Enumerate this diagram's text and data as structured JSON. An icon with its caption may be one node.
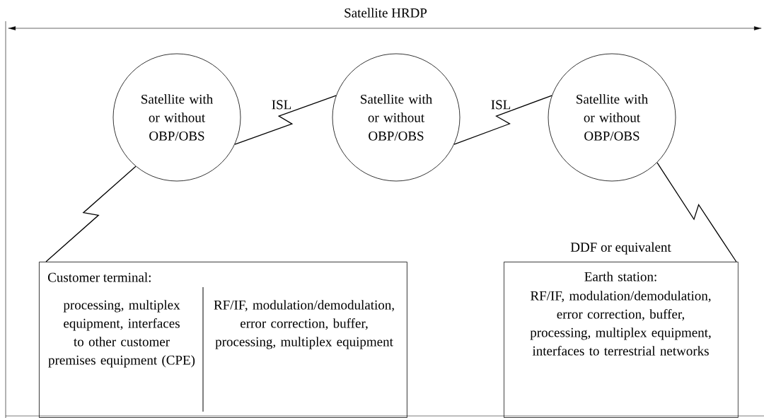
{
  "diagram": {
    "title": "Satellite HRDP",
    "nodes": [
      {
        "text": [
          "Satellite with or without OBP/OBS"
        ]
      },
      {
        "text": [
          "Satellite with or without OBP/OBS"
        ]
      },
      {
        "text": [
          "Satellite with or without OBP/OBS"
        ]
      },
      {
        "text": [
          "Customer terminal:",
          "processing, multiplex equipment, interfaces to other customer premises equipment (CPE)",
          "RF/IF, modulation/demodulation, error correction, buffer, processing, multiplex equipment"
        ]
      },
      {
        "text": [
          "Earth station:",
          "RF/IF, modulation/demodulation, error correction, buffer, processing, multiplex equipment, interfaces to terrestrial networks"
        ],
        "beside": [
          "DDF or equivalent"
        ]
      }
    ],
    "edges": [
      {
        "from": 0,
        "to": 1,
        "arrow": "none",
        "label": "ISL"
      },
      {
        "from": 1,
        "to": 2,
        "arrow": "none",
        "label": "ISL"
      },
      {
        "from": 0,
        "to": 3,
        "arrow": "none"
      },
      {
        "from": 2,
        "to": 4,
        "arrow": "none"
      }
    ]
  }
}
